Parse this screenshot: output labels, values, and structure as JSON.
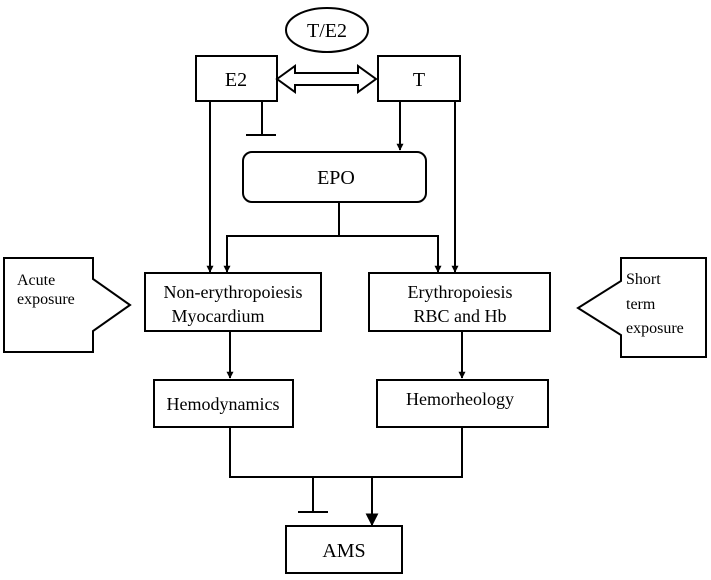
{
  "nodes": {
    "ratio": "T/E2",
    "e2": "E2",
    "t": "T",
    "epo": "EPO",
    "non_ery_line1": "Non-erythropoiesis",
    "non_ery_line2": "Myocardium",
    "ery_line1": "Erythropoiesis",
    "ery_line2": "RBC and Hb",
    "hemodynamics": "Hemodynamics",
    "hemorheology": "Hemorheology",
    "ams": "AMS"
  },
  "exposures": {
    "acute_line1": "Acute",
    "acute_line2": "exposure",
    "short_line1": "Short",
    "short_line2": "term",
    "short_line3": "exposure"
  }
}
